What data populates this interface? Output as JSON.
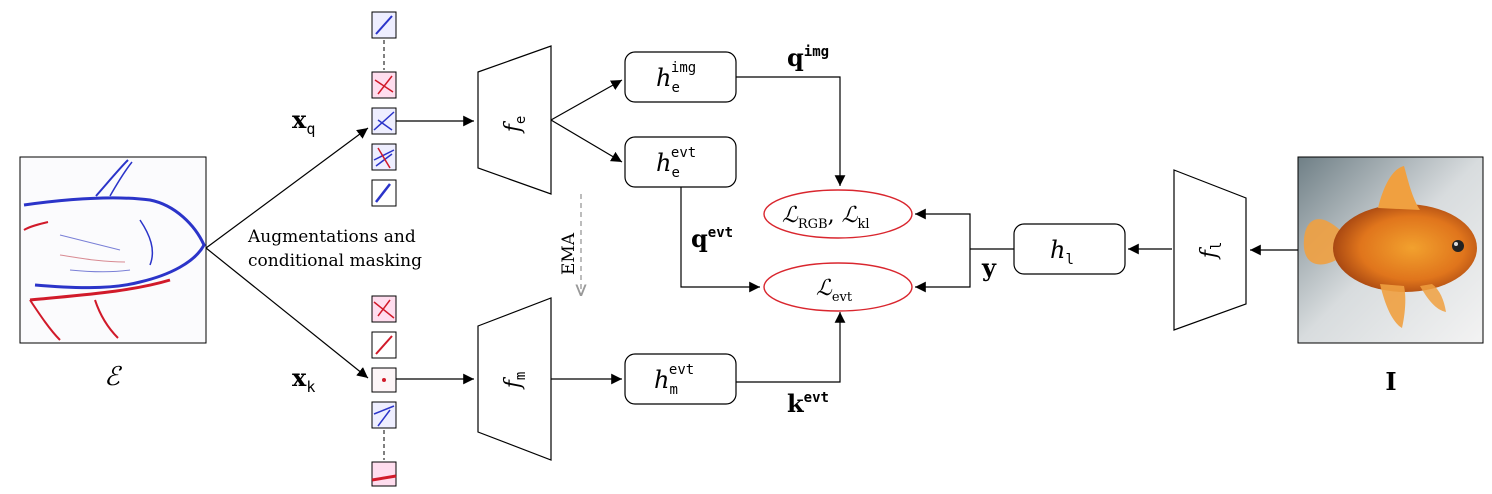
{
  "inputs": {
    "event_symbol": "ℰ",
    "image_symbol": "I"
  },
  "augment_text": {
    "line1": "Augmentations and",
    "line2": "conditional masking"
  },
  "ema_text": "EMA",
  "queries": {
    "xq_main": "x",
    "xq_sub": "q",
    "xk_main": "x",
    "xk_sub": "k"
  },
  "encoders": {
    "fe_main": "f",
    "fe_sub": "e",
    "fm_main": "f",
    "fm_sub": "m",
    "fl_main": "f",
    "fl_sub": "l"
  },
  "heads": {
    "he_img_main": "h",
    "he_img_sub": "e",
    "he_img_sup": "img",
    "he_evt_main": "h",
    "he_evt_sub": "e",
    "he_evt_sup": "evt",
    "hm_evt_main": "h",
    "hm_evt_sub": "m",
    "hm_evt_sup": "evt",
    "hl_main": "h",
    "hl_sub": "l"
  },
  "vectors": {
    "q_img_main": "q",
    "q_img_sup": "img",
    "q_evt_main": "q",
    "q_evt_sup": "evt",
    "k_evt_main": "k",
    "k_evt_sup": "evt",
    "y": "y"
  },
  "losses": {
    "l1_main": "ℒ",
    "l1_sub": "RGB",
    "l1_sep": ", ",
    "l2_main": "ℒ",
    "l2_sub": "kl",
    "l3_main": "ℒ",
    "l3_sub": "evt"
  },
  "colors": {
    "loss_border": "#d9262e",
    "ema_arrow": "#999999",
    "event_blue": "#2b34c9",
    "event_red": "#d11a2a",
    "fish_orange": "#e0751c"
  }
}
